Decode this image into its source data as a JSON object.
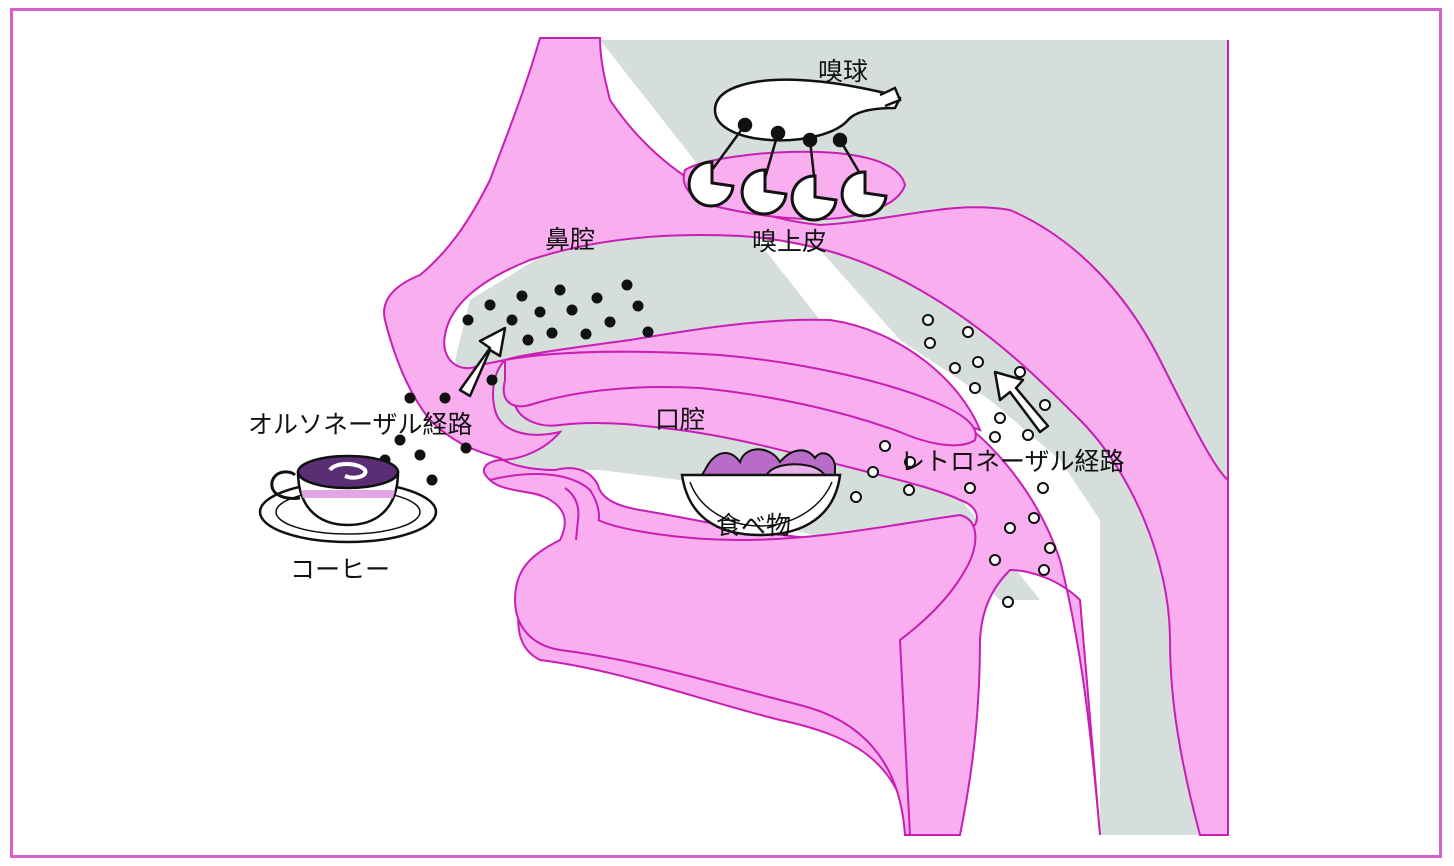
{
  "labels": {
    "olfactory_bulb": "嗅球",
    "olfactory_epithelium": "嗅上皮",
    "nasal_cavity": "鼻腔",
    "oral_cavity": "口腔",
    "orthonasal_route": "オルソネーザル経路",
    "retronasal_route": "レトロネーザル経路",
    "food": "食べ物",
    "coffee": "コーヒー"
  },
  "colors": {
    "frame": "#d85fc8",
    "tissue": "#f9aef0",
    "tissue_outline": "#c81fb3",
    "cavity": "#d6dedc",
    "coffee": "#5a2d74",
    "coffee_ring": "#e2a6e6",
    "food": "#b86cc7"
  },
  "icons": {
    "orthonasal_arrow": "up-right-arrow",
    "retronasal_arrow": "up-left-arrow"
  }
}
